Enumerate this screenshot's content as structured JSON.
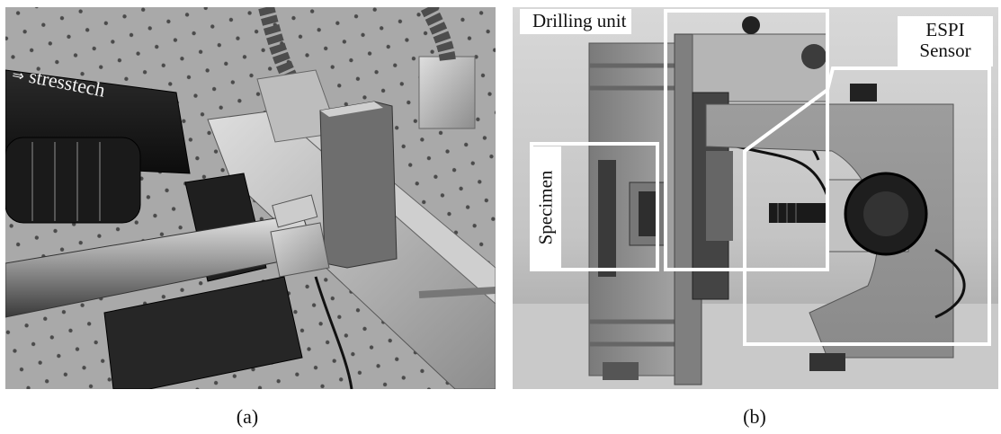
{
  "captions": {
    "a": "(a)",
    "b": "(b)"
  },
  "panel_a": {
    "logo_text": "stresstech"
  },
  "panel_b": {
    "labels": {
      "drilling_unit": "Drilling unit",
      "espi_line1": "ESPI",
      "espi_line2": "Sensor",
      "specimen": "Specimen"
    }
  }
}
